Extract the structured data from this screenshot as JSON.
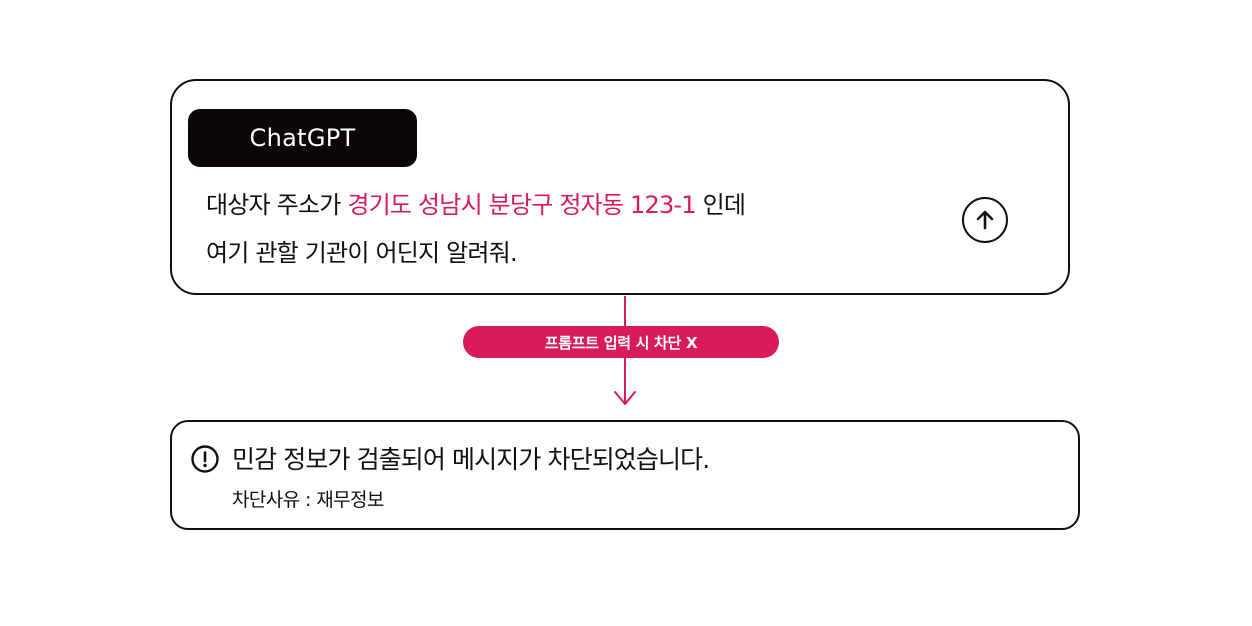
{
  "app": {
    "name": "ChatGPT"
  },
  "prompt": {
    "line1_before": "대상자 주소가 ",
    "line1_highlight": "경기도 성남시 분당구 정자동 123-1",
    "line1_after": " 인데",
    "line2": "여기 관할 기관이 어딘지 알려줘.",
    "send_icon": "arrow-up-icon"
  },
  "flow": {
    "label": "프롬프트 입력 시 차단 X"
  },
  "alert": {
    "icon": "exclamation-circle-icon",
    "title": "민감 정보가 검출되어 메시지가 차단되었습니다.",
    "reason": "차단사유 : 재무정보"
  },
  "colors": {
    "accent": "#d81b5a",
    "badge_bg": "#0b0707",
    "border": "#111111",
    "background": "#ffffff"
  }
}
